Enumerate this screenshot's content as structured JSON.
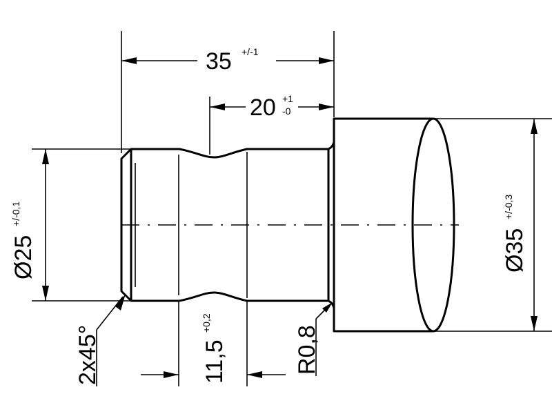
{
  "drawing": {
    "dimensions": {
      "length_total": {
        "value": "35",
        "tolerance": "+/-1"
      },
      "length_neck": {
        "value": "20",
        "tol_upper": "+1",
        "tol_lower": "-0"
      },
      "dia_shaft": {
        "value": "Ø25",
        "tolerance": "+/-0,1"
      },
      "dia_head": {
        "value": "Ø35",
        "tolerance": "+/-0,3"
      },
      "chamfer": {
        "value": "2x45°"
      },
      "groove_width": {
        "value": "11,5",
        "tolerance": "+0,2"
      },
      "fillet_radius": {
        "value": "R0,8"
      }
    }
  }
}
